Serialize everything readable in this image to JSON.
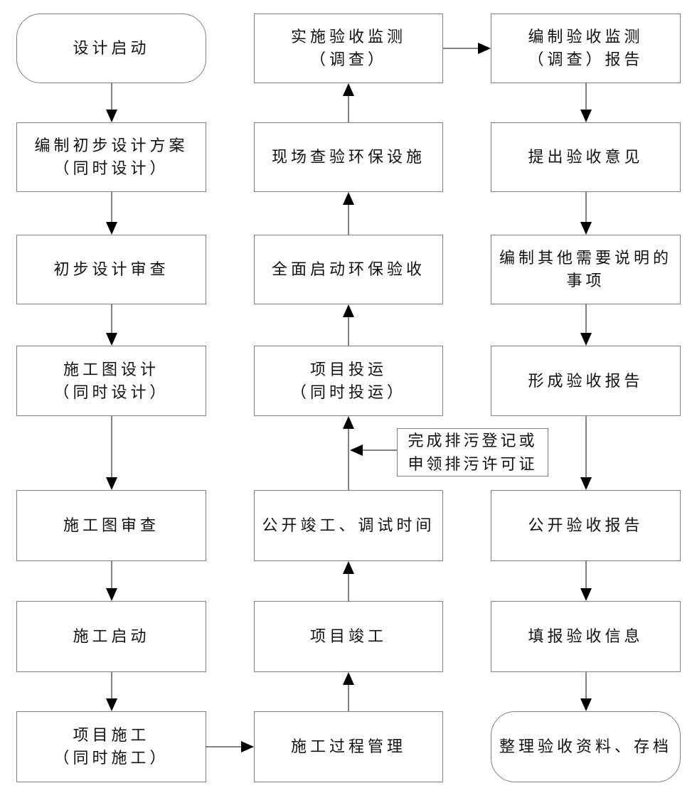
{
  "colors": {
    "background": "#ffffff",
    "box_border": "#7f7f7f",
    "connector": "#595959",
    "arrowhead": "#000000",
    "text": "#111111"
  },
  "nodes": {
    "design_start": {
      "label": "设计启动"
    },
    "prelim_design_plan": {
      "line1": "编制初步设计方案",
      "line2": "（同时设计）"
    },
    "prelim_design_review": {
      "label": "初步设计审查"
    },
    "construction_drawing_design": {
      "line1": "施工图设计",
      "line2": "（同时设计）"
    },
    "construction_drawing_review": {
      "label": "施工图审查"
    },
    "construction_start": {
      "label": "施工启动"
    },
    "project_construction": {
      "line1": "项目施工",
      "line2": "（同时施工）"
    },
    "construction_process_mgmt": {
      "label": "施工过程管理"
    },
    "project_completion": {
      "label": "项目竣工"
    },
    "publicize_completion_time": {
      "label": "公开竣工、调试时间"
    },
    "project_operation": {
      "line1": "项目投运",
      "line2": "（同时投运）"
    },
    "launch_env_acceptance": {
      "label": "全面启动环保验收"
    },
    "site_inspect_env_facilities": {
      "label": "现场查验环保设施"
    },
    "implement_acceptance_monitoring": {
      "line1": "实施验收监测",
      "line2": "（调查）"
    },
    "compile_monitoring_report": {
      "line1": "编制验收监测",
      "line2": "（调查）报告"
    },
    "propose_acceptance_opinions": {
      "label": "提出验收意见"
    },
    "compile_other_matters": {
      "line1": "编制其他需要说明的",
      "line2": "事项"
    },
    "form_acceptance_report": {
      "label": "形成验收报告"
    },
    "publicize_acceptance_report": {
      "label": "公开验收报告"
    },
    "fill_acceptance_info": {
      "label": "填报验收信息"
    },
    "archive_materials": {
      "label": "整理验收资料、存档"
    },
    "pollution_permit": {
      "line1": "完成排污登记或",
      "line2": "申领排污许可证"
    }
  }
}
